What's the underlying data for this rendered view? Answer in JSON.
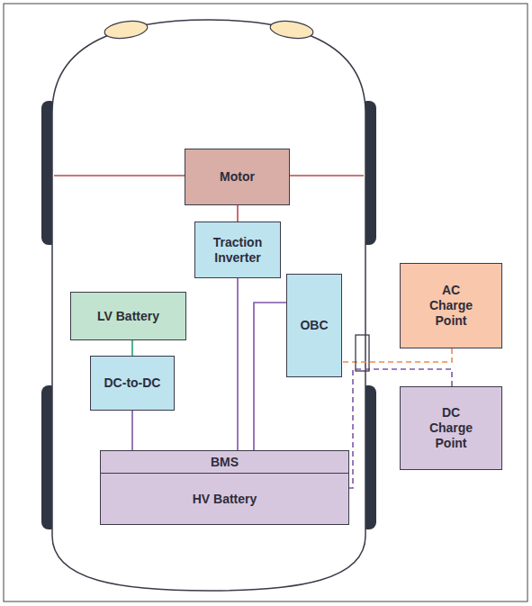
{
  "diagram": {
    "nodes": [
      {
        "text": [
          "Motor"
        ]
      },
      {
        "text": [
          "Traction Inverter"
        ]
      },
      {
        "text": [
          "LV Battery"
        ]
      },
      {
        "text": [
          "OBC"
        ]
      },
      {
        "text": [
          "AC Charge Point"
        ]
      },
      {
        "text": [
          "DC-to-DC"
        ]
      },
      {
        "text": [
          "DC Charge Point"
        ]
      },
      {
        "text": [
          "BMS"
        ]
      },
      {
        "text": [
          "HV Battery"
        ]
      }
    ],
    "edges": [
      {
        "from": 1,
        "to": 0,
        "arrow": "none"
      },
      {
        "from": 2,
        "to": 5,
        "arrow": "none"
      },
      {
        "from": 5,
        "to": 7,
        "arrow": "none"
      },
      {
        "from": 1,
        "to": 7,
        "arrow": "none"
      },
      {
        "from": 3,
        "to": 7,
        "arrow": "none"
      },
      {
        "from": 4,
        "to": 3,
        "arrow": "none"
      },
      {
        "from": 6,
        "to": 8,
        "arrow": "none"
      }
    ]
  }
}
